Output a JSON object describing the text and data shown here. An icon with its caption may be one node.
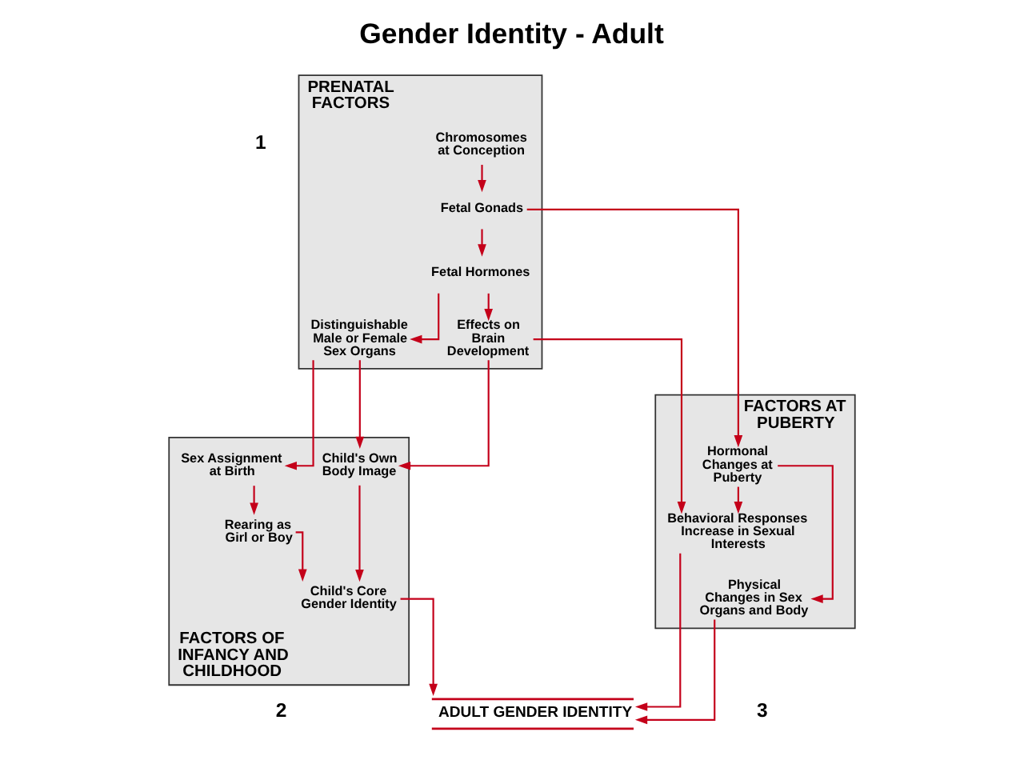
{
  "diagram": {
    "title": "Gender Identity - Adult",
    "nodes": [
      {
        "text": [
          "PRENATAL FACTORS"
        ],
        "beside": [
          "1"
        ]
      },
      {
        "text": [
          "Chromosomes at Conception"
        ],
        "in": 0
      },
      {
        "text": [
          "Fetal Gonads"
        ],
        "in": 0
      },
      {
        "text": [
          "Fetal Hormones"
        ],
        "in": 0
      },
      {
        "text": [
          "Distinguishable Male or Female Sex Organs"
        ],
        "in": 0
      },
      {
        "text": [
          "Effects on Brain Development"
        ],
        "in": 0
      },
      {
        "text": [
          "FACTORS OF INFANCY AND CHILDHOOD"
        ],
        "beside": [
          "2"
        ]
      },
      {
        "text": [
          "Sex Assignment at Birth"
        ],
        "in": 6
      },
      {
        "text": [
          "Child's Own Body Image"
        ],
        "in": 6
      },
      {
        "text": [
          "Rearing as Girl or Boy"
        ],
        "in": 6
      },
      {
        "text": [
          "Child's Core Gender Identity"
        ],
        "in": 6
      },
      {
        "text": [
          "FACTORS AT PUBERTY"
        ],
        "beside": [
          "3"
        ]
      },
      {
        "text": [
          "Hormonal Changes at Puberty"
        ],
        "in": 11
      },
      {
        "text": [
          "Behavioral Responses Increase in Sexual Interests"
        ],
        "in": 11
      },
      {
        "text": [
          "Physical Changes in Sex Organs and Body"
        ],
        "in": 11
      },
      {
        "text": [
          "ADULT GENDER IDENTITY"
        ]
      }
    ],
    "edges": [
      {
        "from": 1,
        "to": 2,
        "arrow": "to"
      },
      {
        "from": 2,
        "to": 3,
        "arrow": "to"
      },
      {
        "from": 2,
        "to": 12,
        "arrow": "to"
      },
      {
        "from": 3,
        "to": 4,
        "arrow": "to"
      },
      {
        "from": 3,
        "to": 5,
        "arrow": "to"
      },
      {
        "from": 4,
        "to": 7,
        "arrow": "to"
      },
      {
        "from": 4,
        "to": 8,
        "arrow": "to"
      },
      {
        "from": 5,
        "to": 8,
        "arrow": "to"
      },
      {
        "from": 5,
        "to": 13,
        "arrow": "to"
      },
      {
        "from": 7,
        "to": 9,
        "arrow": "to"
      },
      {
        "from": 9,
        "to": 10,
        "arrow": "to"
      },
      {
        "from": 8,
        "to": 10,
        "arrow": "to"
      },
      {
        "from": 12,
        "to": 13,
        "arrow": "to"
      },
      {
        "from": 12,
        "to": 14,
        "arrow": "to"
      },
      {
        "from": 13,
        "to": 15,
        "arrow": "to"
      },
      {
        "from": 14,
        "to": 15,
        "arrow": "to"
      },
      {
        "from": 10,
        "to": 15,
        "arrow": "to"
      }
    ]
  }
}
